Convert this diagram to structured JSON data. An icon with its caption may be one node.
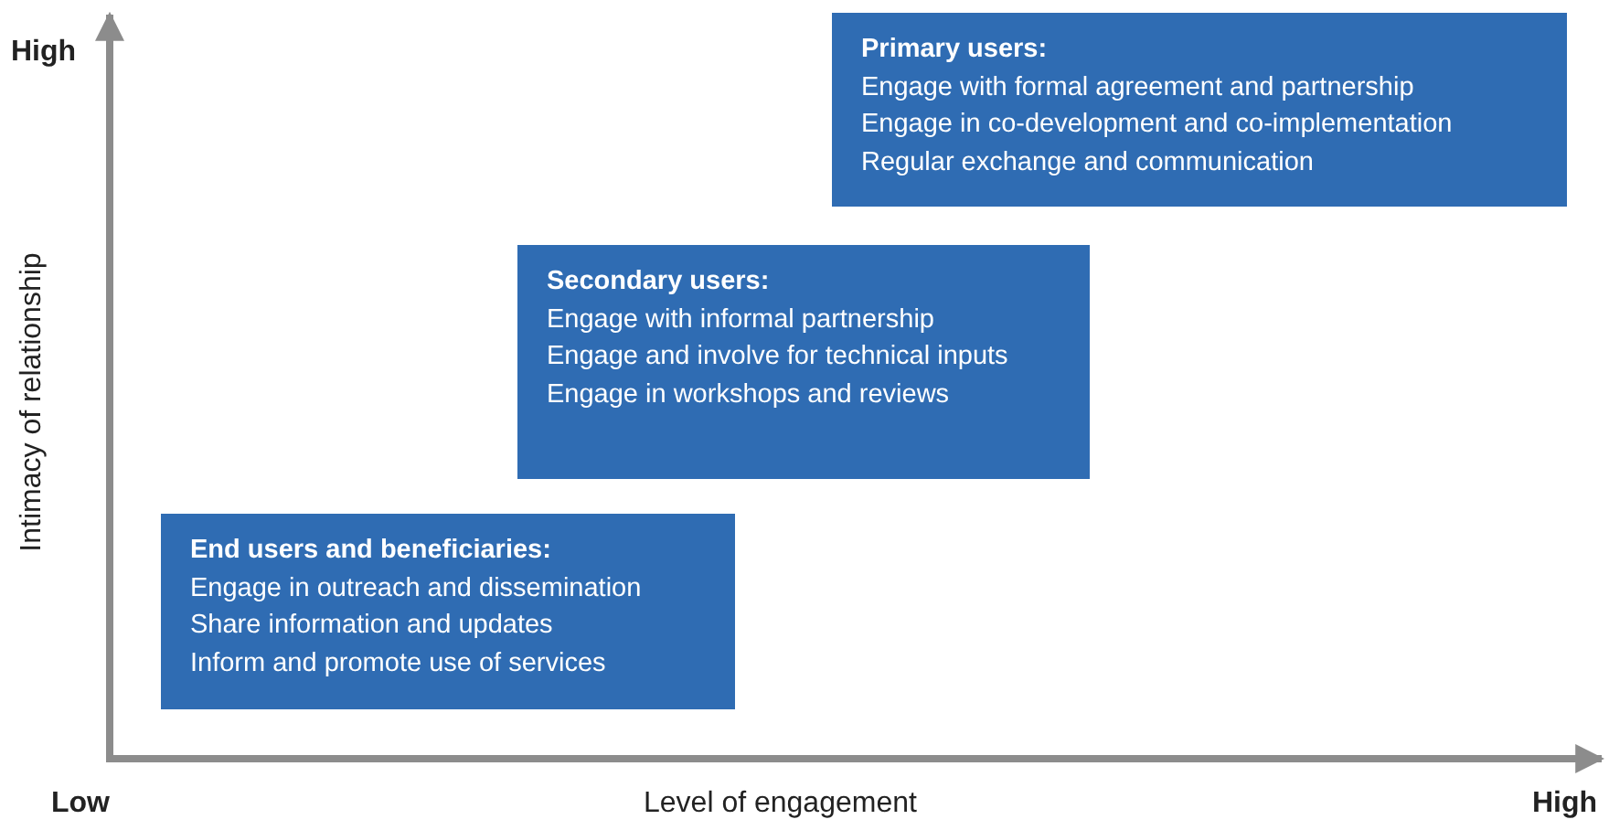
{
  "diagram": {
    "nodes": [
      {
        "text": [
          "Primary users:",
          "Engage with formal agreement and  partnership",
          "Engage in co-development and co-implementation",
          "Regular exchange and communication"
        ]
      },
      {
        "text": [
          "Secondary users:",
          "Engage with informal partnership",
          "Engage and involve for technical inputs",
          "Engage in workshops and reviews"
        ]
      },
      {
        "text": [
          "End users and beneficiaries:",
          "Engage in outreach and dissemination",
          "Share information and updates",
          "Inform and promote use of services"
        ]
      }
    ],
    "labels": [
      "High",
      "Intimacy of relationship",
      "Low",
      "Level of engagement",
      "High"
    ]
  }
}
